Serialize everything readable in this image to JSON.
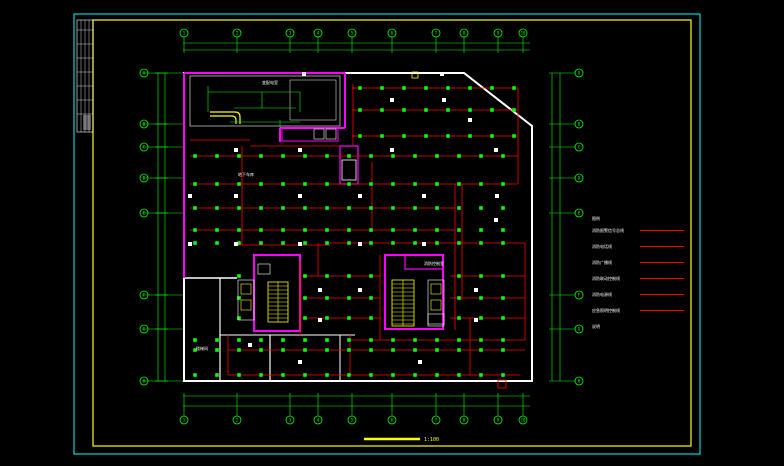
{
  "drawing": {
    "scale_label": "1:100",
    "colors": {
      "background": "#000000",
      "outer_frame": "#00ffff",
      "inner_frame": "#ffff00",
      "wall_white": "#ffffff",
      "wall_magenta": "#ff00ff",
      "circuit_red": "#ff0000",
      "device_green": "#00ff00",
      "grid_green": "#00ff00",
      "stair_yellow": "#ffff00"
    },
    "top_axis_labels": [
      "1",
      "2",
      "3",
      "4",
      "5",
      "6",
      "7",
      "8",
      "9",
      "10"
    ],
    "bottom_axis_labels": [
      "1",
      "2",
      "3",
      "4",
      "5",
      "6",
      "7",
      "8",
      "9",
      "10"
    ],
    "left_axis_labels": [
      "A",
      "B",
      "C",
      "D",
      "E",
      "F",
      "G",
      "H"
    ],
    "right_axis_labels": [
      "A",
      "B",
      "C",
      "D",
      "E",
      "F",
      "G",
      "H"
    ],
    "legend": {
      "title": "图例",
      "items": [
        {
          "text": "消防报警信号总线",
          "line_style": "solid"
        },
        {
          "text": "消防电话线",
          "line_style": "solid"
        },
        {
          "text": "消防广播线",
          "line_style": "solid"
        },
        {
          "text": "消防联动控制线",
          "line_style": "solid"
        },
        {
          "text": "消防电源线",
          "line_style": "solid"
        },
        {
          "text": "应急照明控制线",
          "line_style": "solid"
        },
        {
          "text": "说明",
          "line_style": "none"
        }
      ]
    },
    "room_labels": [
      "变配电室",
      "地下车库",
      "楼梯间",
      "消防控制室"
    ]
  }
}
